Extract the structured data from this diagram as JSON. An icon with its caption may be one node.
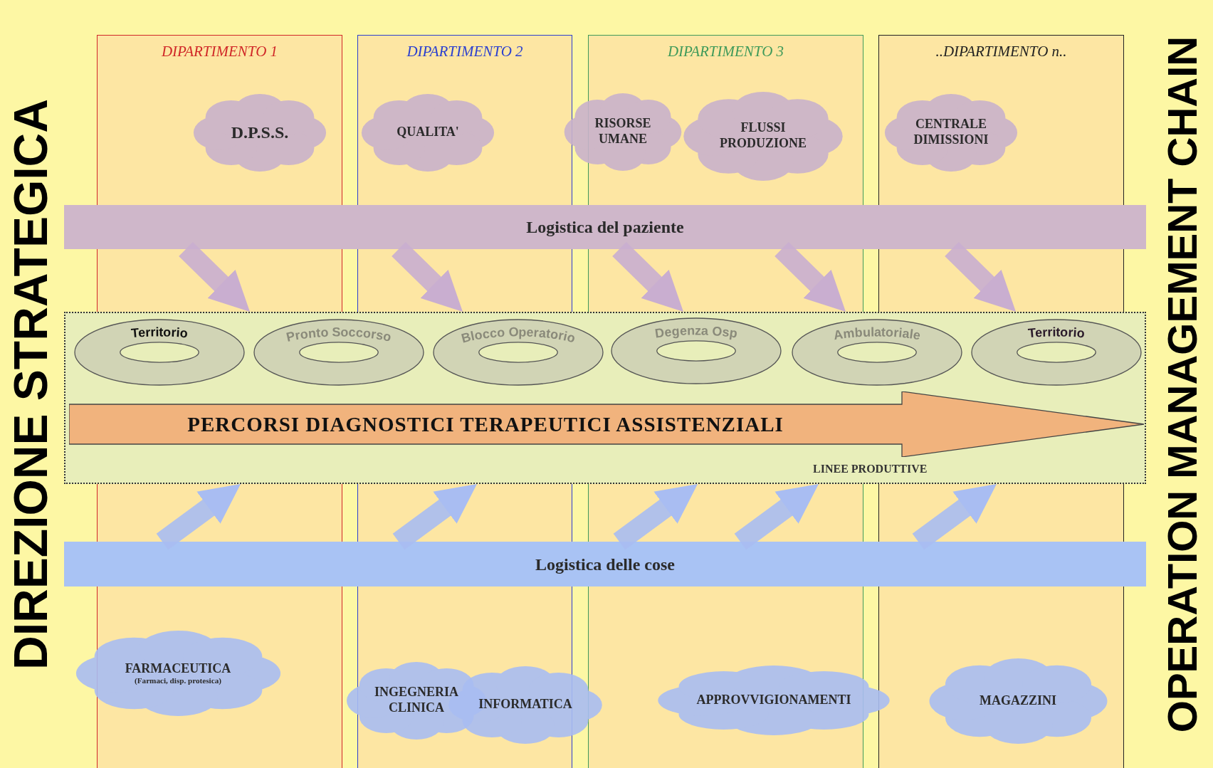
{
  "diagram": {
    "nodes": [
      {
        "text": [
          "DIPARTIMENTO 1"
        ]
      },
      {
        "text": [
          "DIPARTIMENTO 2"
        ]
      },
      {
        "text": [
          "DIPARTIMENTO 3"
        ]
      },
      {
        "text": [
          "..DIPARTIMENTO n.."
        ]
      },
      {
        "text": [
          "D.P.S.S."
        ],
        "in": 0
      },
      {
        "text": [
          "QUALITA'"
        ],
        "in": 1
      },
      {
        "text": [
          "RISORSE UMANE"
        ]
      },
      {
        "text": [
          "FLUSSI PRODUZIONE"
        ],
        "in": 2
      },
      {
        "text": [
          "CENTRALE DIMISSIONI"
        ],
        "in": 3
      },
      {
        "text": [
          "Logistica del paziente"
        ]
      },
      {
        "text": [
          "LINEE PRODUTTIVE"
        ]
      },
      {
        "text": [
          "Territorio"
        ],
        "in": 10
      },
      {
        "text": [
          "Pronto Soccorso"
        ],
        "in": 10
      },
      {
        "text": [
          "Blocco Operatorio"
        ],
        "in": 10
      },
      {
        "text": [
          "Degenza Osp"
        ]
      },
      {
        "text": [
          "Ambulatoriale"
        ],
        "in": 10
      },
      {
        "text": [
          "Territorio"
        ],
        "in": 10
      },
      {
        "text": [
          "PERCORSI DIAGNOSTICI TERAPEUTICI ASSISTENZIALI"
        ],
        "in": 10
      },
      {
        "text": [
          "Logistica delle cose"
        ]
      },
      {
        "text": [
          "FARMACEUTICA",
          "(Farmaci, disp. protesica)"
        ]
      },
      {
        "text": [
          "INGEGNERIA CLINICA"
        ]
      },
      {
        "text": [
          "INFORMATICA"
        ]
      },
      {
        "text": [
          "APPROVVIGIONAMENTI"
        ]
      },
      {
        "text": [
          "MAGAZZINI"
        ],
        "in": 3
      }
    ],
    "edges": [
      {
        "from": 9,
        "to": 10,
        "arrow": "to",
        "color": "#c9aed0"
      },
      {
        "from": 9,
        "to": 10,
        "arrow": "to",
        "color": "#c9aed0"
      },
      {
        "from": 9,
        "to": 10,
        "arrow": "to",
        "color": "#c9aed0"
      },
      {
        "from": 9,
        "to": 10,
        "arrow": "to",
        "color": "#c9aed0"
      },
      {
        "from": 9,
        "to": 10,
        "arrow": "to",
        "color": "#c9aed0"
      },
      {
        "from": 18,
        "to": 10,
        "arrow": "to",
        "color": "#a9bdf2"
      },
      {
        "from": 18,
        "to": 10,
        "arrow": "to",
        "color": "#a9bdf2"
      },
      {
        "from": 18,
        "to": 10,
        "arrow": "to",
        "color": "#a9bdf2"
      },
      {
        "from": 18,
        "to": 10,
        "arrow": "to",
        "color": "#a9bdf2"
      },
      {
        "from": 18,
        "to": 10,
        "arrow": "to",
        "color": "#a9bdf2"
      }
    ],
    "labels": [
      "DIREZIONE STRATEGICA",
      "OPERATION MANAGEMENT CHAIN"
    ]
  }
}
